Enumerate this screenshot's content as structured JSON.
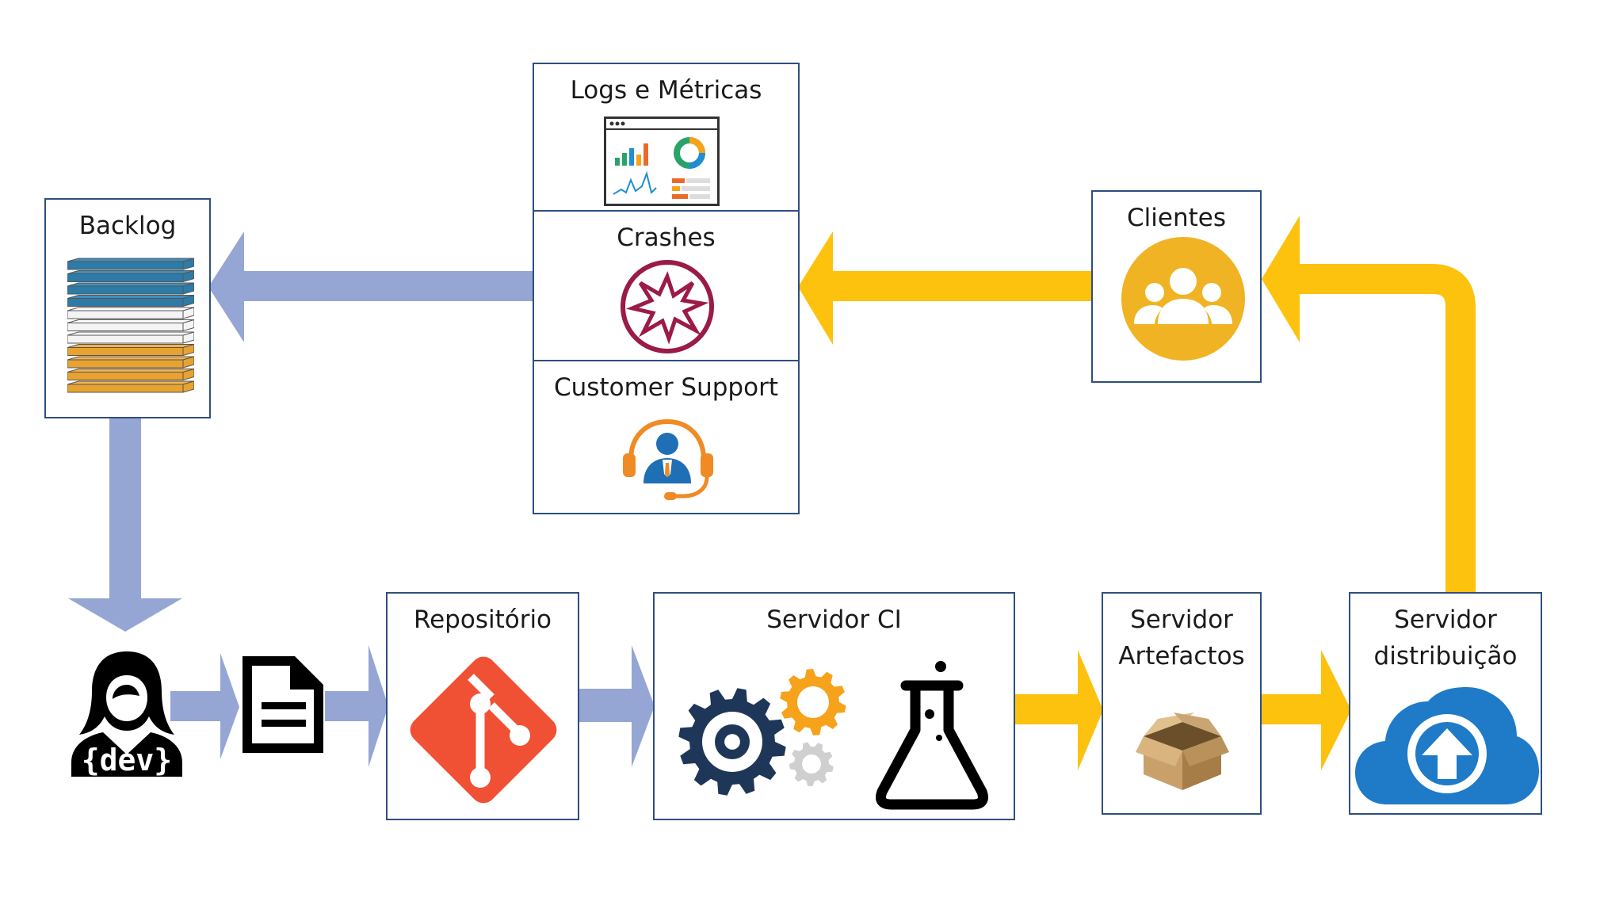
{
  "nodes": {
    "backlog": {
      "label": "Backlog",
      "icon": "stacked-layers-icon"
    },
    "developer": {
      "icon_text": "{dev}",
      "icon": "developer-icon"
    },
    "document": {
      "icon": "document-icon"
    },
    "repositorio": {
      "label": "Repositório",
      "icon": "git-icon"
    },
    "servidor_ci": {
      "label": "Servidor CI",
      "icons": [
        "gears-icon",
        "flask-icon"
      ]
    },
    "servidor_artefactos": {
      "label_line1": "Servidor",
      "label_line2": "Artefactos",
      "icon": "box-icon"
    },
    "servidor_distribuicao": {
      "label_line1": "Servidor",
      "label_line2": "distribuição",
      "icon": "cloud-upload-icon"
    },
    "clientes": {
      "label": "Clientes",
      "icon": "users-icon"
    },
    "feedback": {
      "logs": {
        "label": "Logs e Métricas",
        "icon": "dashboard-icon"
      },
      "crashes": {
        "label": "Crashes",
        "icon": "crash-icon"
      },
      "support": {
        "label": "Customer Support",
        "icon": "headset-agent-icon"
      }
    }
  },
  "colors": {
    "border": "#2f4e80",
    "dev_flow_arrow": "#96a6d4",
    "delivery_flow_arrow": "#fcc20e",
    "git": "#f05033",
    "gear_navy": "#1e3758",
    "gear_orange": "#f7a21b",
    "crash": "#9b1b45",
    "clientes": "#f0b323",
    "cloud": "#1f7ac7"
  }
}
